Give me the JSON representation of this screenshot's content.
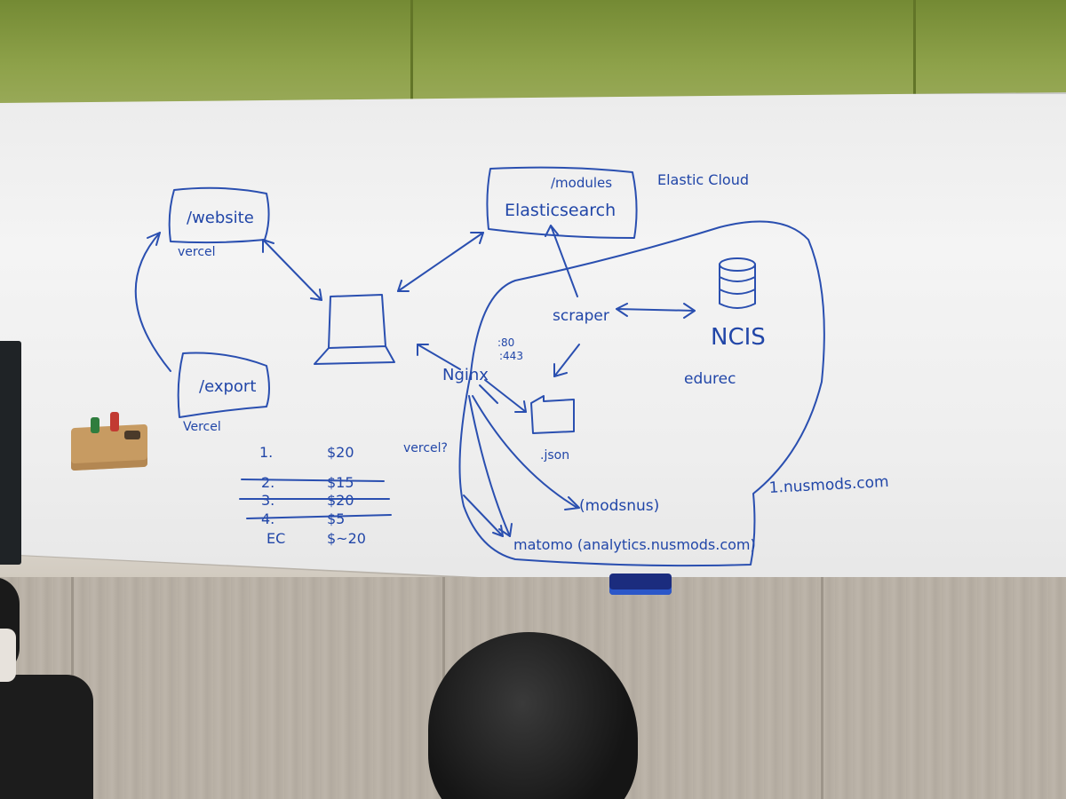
{
  "whiteboard": {
    "website": "/website",
    "website_host": "vercel",
    "export": "/export",
    "export_host": "Vercel",
    "modules": "/modules",
    "elasticsearch": "Elasticsearch",
    "elastic_cloud": "Elastic Cloud",
    "scraper": "scraper",
    "ncis": "NCIS",
    "edurec": "edurec",
    "nginx": "Nginx",
    "port_80": ":80",
    "port_443": ":443",
    "json": ".json",
    "vercel_q": "vercel?",
    "modsnus": "(modsnus)",
    "matomo": "matomo (analytics.nusmods.com)",
    "host_note": "1.nusmods.com",
    "costs": [
      {
        "item": "1.",
        "price": "$20",
        "struck": false
      },
      {
        "item": "2.",
        "price": "$15",
        "struck": true
      },
      {
        "item": "3.",
        "price": "$20",
        "struck": true
      },
      {
        "item": "4.",
        "price": "$5",
        "struck": true
      },
      {
        "item": "EC",
        "price": "$~20",
        "struck": false
      }
    ]
  },
  "colors": {
    "ink": "#2a4fb0",
    "wall": "#8ea24a",
    "board": "#f1f1f1"
  }
}
